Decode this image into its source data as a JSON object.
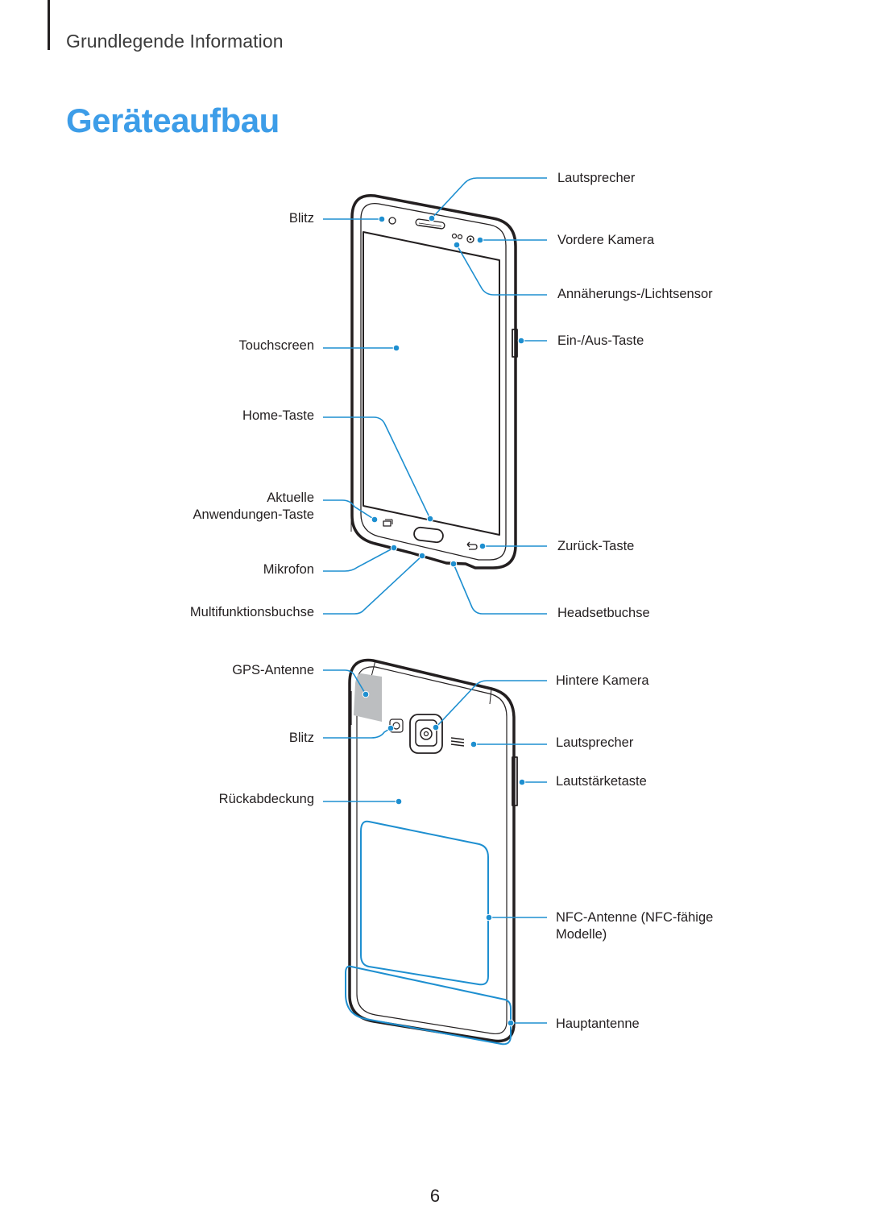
{
  "header": {
    "section": "Grundlegende Information",
    "title": "Geräteaufbau"
  },
  "front_labels": {
    "lautsprecher": "Lautsprecher",
    "blitz": "Blitz",
    "vordere_kamera": "Vordere Kamera",
    "annaeherungs_sensor": "Annäherungs-/Lichtsensor",
    "touchscreen": "Touchscreen",
    "ein_aus_taste": "Ein-/Aus-Taste",
    "home_taste": "Home-Taste",
    "aktuelle_line1": "Aktuelle",
    "aktuelle_line2": "Anwendungen-Taste",
    "zurueck_taste": "Zurück-Taste",
    "mikrofon": "Mikrofon",
    "multifunktionsbuchse": "Multifunktionsbuchse",
    "headsetbuchse": "Headsetbuchse"
  },
  "back_labels": {
    "gps_antenne": "GPS-Antenne",
    "hintere_kamera": "Hintere Kamera",
    "blitz": "Blitz",
    "lautsprecher": "Lautsprecher",
    "lautstaerketaste": "Lautstärketaste",
    "rueckabdeckung": "Rückabdeckung",
    "nfc_line1": "NFC-Antenne (NFC-fähige",
    "nfc_line2": "Modelle)",
    "hauptantenne": "Hauptantenne"
  },
  "colors": {
    "accent": "#3d9de8",
    "leader": "#1e8fd0",
    "text": "#231f20"
  },
  "footer": {
    "page_number": "6"
  }
}
